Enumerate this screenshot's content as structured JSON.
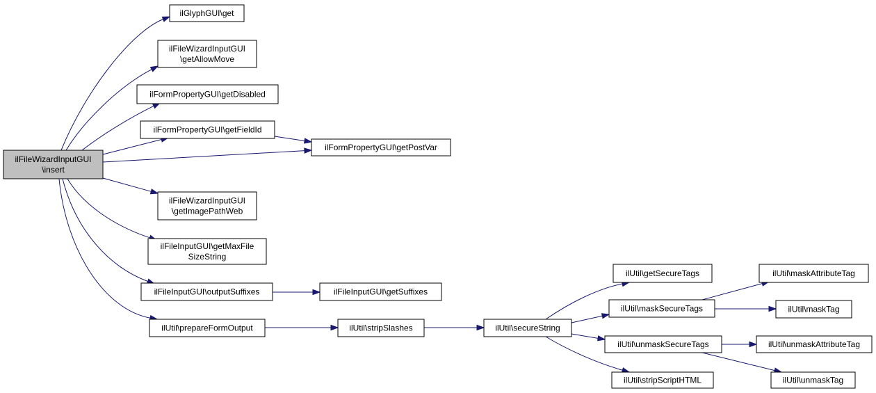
{
  "colors": {
    "edge": "#191970",
    "root_fill": "#bfbfbf",
    "node_fill": "#ffffff",
    "border": "#000000"
  },
  "nodes": {
    "n_insert": {
      "lines": [
        "ilFileWizardInputGUI",
        "\\insert"
      ]
    },
    "n_glyph": {
      "lines": [
        "ilGlyphGUI\\get"
      ]
    },
    "n_allowmove": {
      "lines": [
        "ilFileWizardInputGUI",
        "\\getAllowMove"
      ]
    },
    "n_disabled": {
      "lines": [
        "ilFormPropertyGUI\\getDisabled"
      ]
    },
    "n_fieldid": {
      "lines": [
        "ilFormPropertyGUI\\getFieldId"
      ]
    },
    "n_postvar": {
      "lines": [
        "ilFormPropertyGUI\\getPostVar"
      ]
    },
    "n_imagepath": {
      "lines": [
        "ilFileWizardInputGUI",
        "\\getImagePathWeb"
      ]
    },
    "n_maxfile": {
      "lines": [
        "ilFileInputGUI\\getMaxFile",
        "SizeString"
      ]
    },
    "n_outsuffix": {
      "lines": [
        "ilFileInputGUI\\outputSuffixes"
      ]
    },
    "n_getsuffix": {
      "lines": [
        "ilFileInputGUI\\getSuffixes"
      ]
    },
    "n_prepare": {
      "lines": [
        "ilUtil\\prepareFormOutput"
      ]
    },
    "n_stripslash": {
      "lines": [
        "ilUtil\\stripSlashes"
      ]
    },
    "n_securestr": {
      "lines": [
        "ilUtil\\secureString"
      ]
    },
    "n_getsecure": {
      "lines": [
        "ilUtil\\getSecureTags"
      ]
    },
    "n_masksecure": {
      "lines": [
        "ilUtil\\maskSecureTags"
      ]
    },
    "n_unmasksecure": {
      "lines": [
        "ilUtil\\unmaskSecureTags"
      ]
    },
    "n_stripscript": {
      "lines": [
        "ilUtil\\stripScriptHTML"
      ]
    },
    "n_maskattr": {
      "lines": [
        "ilUtil\\maskAttributeTag"
      ]
    },
    "n_masktag": {
      "lines": [
        "ilUtil\\maskTag"
      ]
    },
    "n_unmaskattr": {
      "lines": [
        "ilUtil\\unmaskAttributeTag"
      ]
    },
    "n_unmasktag": {
      "lines": [
        "ilUtil\\unmaskTag"
      ]
    }
  }
}
